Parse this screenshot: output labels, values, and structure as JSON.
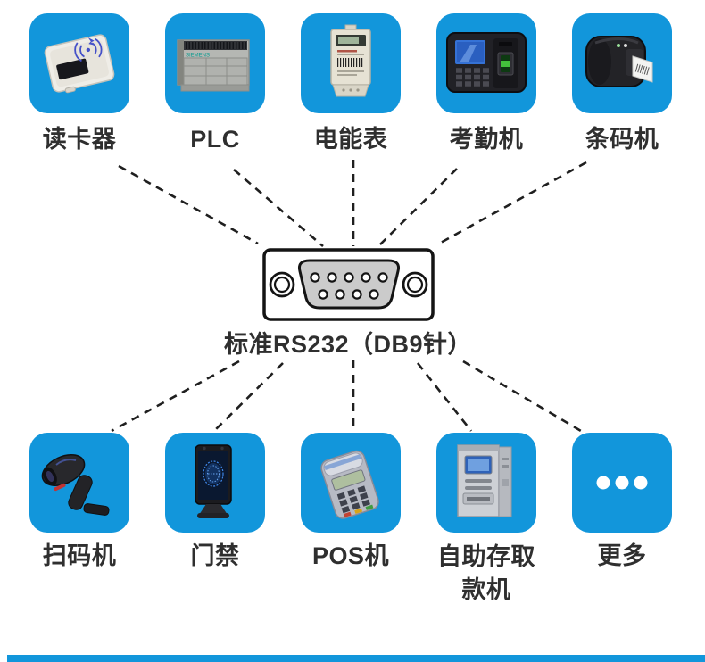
{
  "colors": {
    "tile_blue": "#1296db",
    "text": "#2f2f2f",
    "dash_line": "#1f1f1f",
    "connector_body": "#cbcbcb",
    "footer_bar": "#1296db"
  },
  "connector": {
    "label": "标准RS232（DB9针）",
    "type": "DB9 female serial port",
    "top_pin_count": 5,
    "bottom_pin_count": 4
  },
  "top_devices": [
    {
      "label": "读卡器",
      "icon": "card-reader-icon"
    },
    {
      "label": "PLC",
      "icon": "plc-icon",
      "brand": "SIEMENS"
    },
    {
      "label": "电能表",
      "icon": "energy-meter-icon"
    },
    {
      "label": "考勤机",
      "icon": "attendance-machine-icon"
    },
    {
      "label": "条码机",
      "icon": "barcode-printer-icon"
    }
  ],
  "bottom_devices": [
    {
      "label": "扫码机",
      "icon": "barcode-scanner-icon"
    },
    {
      "label": "门禁",
      "icon": "access-control-icon"
    },
    {
      "label": "POS机",
      "icon": "pos-terminal-icon"
    },
    {
      "label": "自助存取款机",
      "icon": "atm-icon"
    },
    {
      "label": "更多",
      "icon": "more-dots-icon"
    }
  ]
}
